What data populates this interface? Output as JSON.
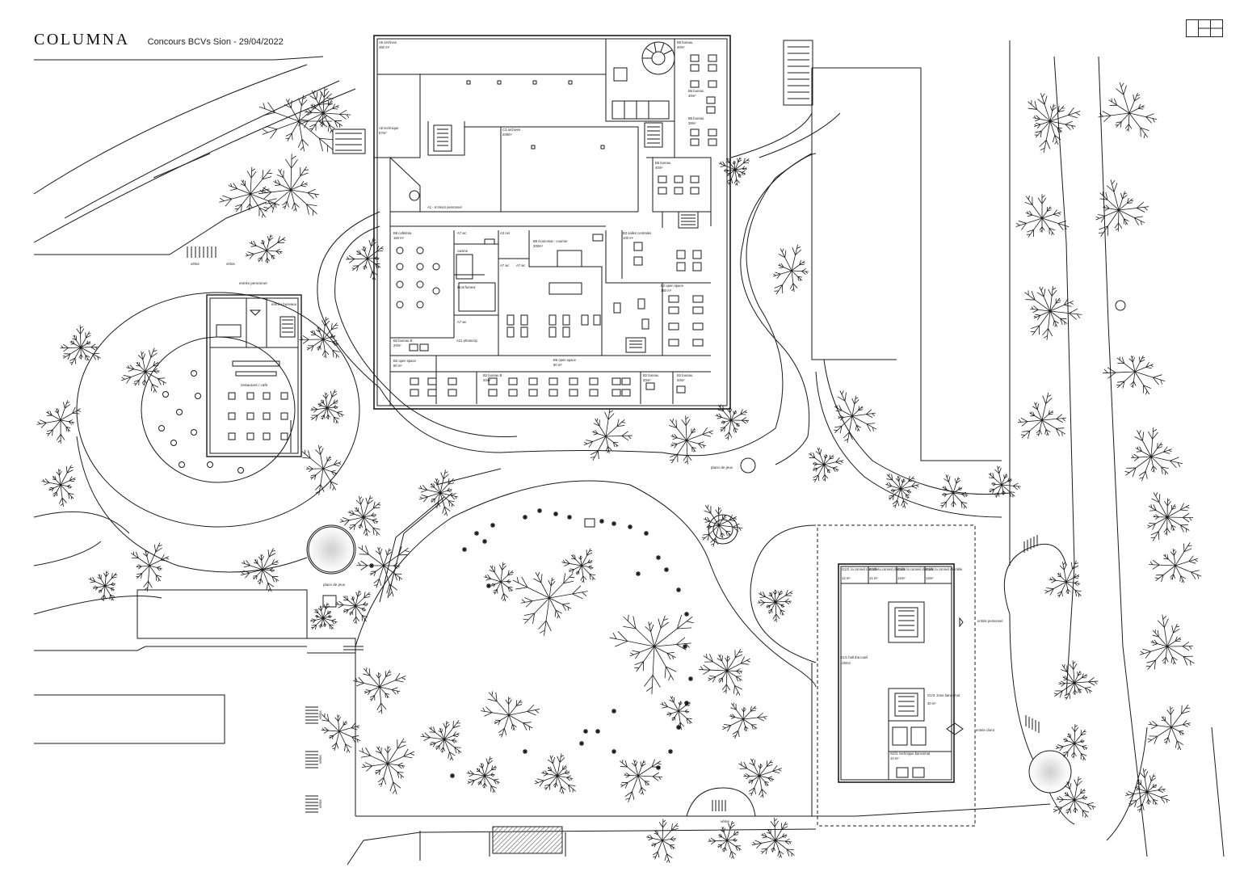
{
  "header": {
    "brand": "COLUMNA",
    "subtitle": "Concours BCVs Sion - 29/04/2022"
  },
  "rooms_main": [
    {
      "id": "a5",
      "name": "A5 archives",
      "area": "482 m²"
    },
    {
      "id": "b5a",
      "name": "B5 bureau",
      "area": "40m²"
    },
    {
      "id": "b5b",
      "name": "B5 bureau",
      "area": "40m²"
    },
    {
      "id": "b5c",
      "name": "B5 bureau",
      "area": "39m²"
    },
    {
      "id": "a6",
      "name": "A6 technique",
      "area": "67m²"
    },
    {
      "id": "c3",
      "name": "C3 archives",
      "area": "209m²"
    },
    {
      "id": "b5d",
      "name": "B5 bureau",
      "area": "40m²"
    },
    {
      "id": "a1",
      "name": "A1 - 6 trésor personnel"
    },
    {
      "id": "b6",
      "name": "B6 cafétéria",
      "area": "150 m²"
    },
    {
      "id": "a7a",
      "name": "A7 wc"
    },
    {
      "id": "a3",
      "name": "A3 nel"
    },
    {
      "id": "b9",
      "name": "B9 économat - courrier",
      "area": "200m²"
    },
    {
      "id": "b3",
      "name": "B3 salles centrales",
      "area": "100 m²"
    },
    {
      "id": "cuisine",
      "name": "cuisine"
    },
    {
      "id": "a7b",
      "name": "A7 wc"
    },
    {
      "id": "a7c",
      "name": "A7 wc"
    },
    {
      "id": "fumeur",
      "name": "local fumeur"
    },
    {
      "id": "b2a",
      "name": "B2 open space",
      "area": "150 m²"
    },
    {
      "id": "a7d",
      "name": "A7 wc"
    },
    {
      "id": "b2b",
      "name": "B2 bureau B",
      "area": "20m²"
    },
    {
      "id": "a21",
      "name": "A21 photocop"
    },
    {
      "id": "b2c",
      "name": "B2 open space",
      "area": "80 m²"
    },
    {
      "id": "b6os",
      "name": "B6 open space",
      "area": "80 m²"
    },
    {
      "id": "b2d",
      "name": "B2 bureau B",
      "area": "20m²"
    },
    {
      "id": "b2e",
      "name": "B2 bureau",
      "area": "20m²"
    },
    {
      "id": "b2f",
      "name": "B2 bureau",
      "area": "20m²"
    }
  ],
  "entrance_labels": {
    "staff": "entrée personnel",
    "office": "entrée bureaux",
    "restaurant": "restaurant / café"
  },
  "site_labels": {
    "place_jeux_1": "place de jeux",
    "place_jeux_2": "place de jeux",
    "velos_1": "vélos",
    "velos_2": "vélos",
    "velos_3": "vélos",
    "velos_4": "vélos",
    "velos_5": "vélos",
    "velos_6": "vélos"
  },
  "client_building": {
    "rooms": [
      {
        "name": "G1/2. la conseil clientèle",
        "area": "14 m²"
      },
      {
        "name": "G1/2. la conseil clientèle",
        "area": "14 m²"
      },
      {
        "name": "G1/2. la conseil clientèle",
        "area": "14m²"
      },
      {
        "name": "G1/2. la conseil clientèle",
        "area": "14m²"
      }
    ],
    "hall": {
      "name": "G1/1 hall d'accueil",
      "area": "120m2"
    },
    "zone": {
      "name": "G1/3. zone bancomat",
      "area": "40 m²"
    },
    "tech": {
      "name": "G2/4. technique bancomat",
      "area": "10 m²"
    },
    "entree_personnel": "entrée personnel",
    "entree_client": "entrée client"
  },
  "colors": {
    "line": "#1a1a1a",
    "paper": "#ffffff",
    "hatch": "#555555"
  },
  "icons": [
    "grid-icon",
    "stair-icon",
    "tree-icon"
  ]
}
